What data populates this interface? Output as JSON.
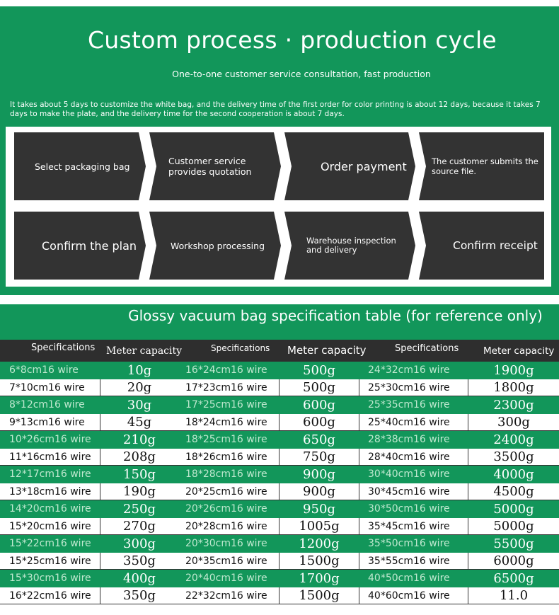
{
  "banner": {
    "title": "Custom process · production cycle",
    "subtitle": "One-to-one customer service consultation, fast production",
    "note": "It takes about 5 days to customize the white bag, and the delivery time of the first order for color printing is about 12 days, because it takes 7 days to make the plate, and the delivery time for the second cooperation is about 7 days.",
    "steps": [
      "Select packaging bag",
      "Customer service provides quotation",
      "Order payment",
      "The customer submits the source file.",
      "Confirm the plan",
      "Workshop processing",
      "Warehouse inspection and delivery",
      "Confirm receipt"
    ]
  },
  "table": {
    "title": "Glossy vacuum bag specification table (for reference only)",
    "headers": [
      "Specifications",
      "Meter capacity",
      "Specifications",
      "Meter capacity",
      "Specifications",
      "Meter capacity"
    ],
    "rows": [
      [
        "6*8cm16 wire",
        "10g",
        "16*24cm16 wire",
        "500g",
        "24*32cm16 wire",
        "1900g"
      ],
      [
        "7*10cm16 wire",
        "20g",
        "17*23cm16 wire",
        "500g",
        "25*30cm16 wire",
        "1800g"
      ],
      [
        "8*12cm16 wire",
        "30g",
        "17*25cm16 wire",
        "600g",
        "25*35cm16 wire",
        "2300g"
      ],
      [
        "9*13cm16 wire",
        "45g",
        "18*24cm16 wire",
        "600g",
        "25*40cm16 wire",
        "300g"
      ],
      [
        "10*26cm16 wire",
        "210g",
        "18*25cm16 wire",
        "650g",
        "28*38cm16 wire",
        "2400g"
      ],
      [
        "11*16cm16 wire",
        "208g",
        "18*26cm16 wire",
        "750g",
        "28*40cm16 wire",
        "3500g"
      ],
      [
        "12*17cm16 wire",
        "150g",
        "18*28cm16 wire",
        "900g",
        "30*40cm16 wire",
        "4000g"
      ],
      [
        "13*18cm16 wire",
        "190g",
        "20*25cm16 wire",
        "900g",
        "30*45cm16 wire",
        "4500g"
      ],
      [
        "14*20cm16 wire",
        "250g",
        "20*26cm16 wire",
        "950g",
        "30*50cm16 wire",
        "5000g"
      ],
      [
        "15*20cm16 wire",
        "270g",
        "20*28cm16 wire",
        "1005g",
        "35*45cm16 wire",
        "5000g"
      ],
      [
        "15*22cm16 wire",
        "300g",
        "20*30cm16 wire",
        "1200g",
        "35*50cm16 wire",
        "5500g"
      ],
      [
        "15*25cm16 wire",
        "350g",
        "20*35cm16 wire",
        "1500g",
        "35*55cm16 wire",
        "6000g"
      ],
      [
        "15*30cm16 wire",
        "400g",
        "20*40cm16 wire",
        "1700g",
        "40*50cm16 wire",
        "6500g"
      ],
      [
        "16*22cm16 wire",
        "350g",
        "22*32cm16 wire",
        "1500g",
        "40*60cm16 wire",
        "11.0"
      ]
    ]
  },
  "colors": {
    "green": "#12965a",
    "dark": "#333333",
    "header": "#2e2e2e"
  }
}
